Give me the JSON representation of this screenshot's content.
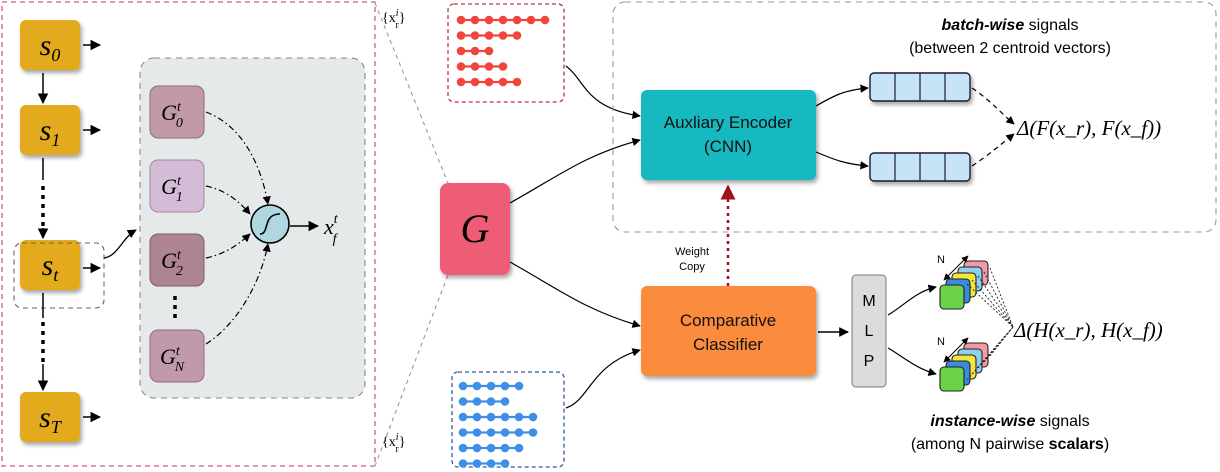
{
  "state_chain": {
    "states": [
      {
        "base": "s",
        "sub": "0"
      },
      {
        "base": "s",
        "sub": "1"
      },
      {
        "base": "s",
        "sub": "t"
      },
      {
        "base": "s",
        "sub": "T"
      }
    ],
    "state_color": "#e2aa1f"
  },
  "generator_panel": {
    "heads": [
      {
        "base": "G",
        "sup": "t",
        "sub": "0",
        "color": "#c19aa5"
      },
      {
        "base": "G",
        "sup": "t",
        "sub": "1",
        "color": "#d4bcd6"
      },
      {
        "base": "G",
        "sup": "t",
        "sub": "2",
        "color": "#ad8592"
      },
      {
        "base": "G",
        "sup": "t",
        "sub": "N",
        "color": "#c09aab"
      }
    ],
    "output": {
      "base": "x",
      "sup": "t",
      "sub": "f"
    }
  },
  "generator": {
    "label": "G",
    "color": "#ef5b76"
  },
  "real_set": {
    "label_open": "{x",
    "sup": "i",
    "sub": "r",
    "label_close": "}",
    "dot_color": "#f0443c"
  },
  "fake_set": {
    "label_open": "{x",
    "sup": "i",
    "sub": "r",
    "label_close": "}",
    "dot_color": "#3f8fe6"
  },
  "encoder": {
    "line1": "Auxliary Encoder",
    "line2": "(CNN)",
    "color": "#13b9bf"
  },
  "classifier": {
    "line1": "Comparative",
    "line2": "Classifier",
    "color": "#fb8c3c"
  },
  "weight_copy": {
    "line1": "Weight",
    "line2": "Copy"
  },
  "mlp": {
    "letters": [
      "M",
      "L",
      "P"
    ]
  },
  "batch_signal": {
    "title_bold": "batch-wise",
    "title_rest": " signals",
    "subtitle": "(between 2 centroid vectors)",
    "formula": "Δ(F(x_r), F(x_f))"
  },
  "instance_signal": {
    "title_bold": "instance-wise",
    "title_rest": " signals",
    "subtitle_start": "(among N pairwise ",
    "subtitle_bold": "scalars",
    "subtitle_end": ")",
    "formula": "Δ(H(x_r), H(x_f))",
    "n_label": "N"
  },
  "colors": {
    "vector_fill": "#c7e3f7",
    "stack_colors": [
      "#f19aa6",
      "#8fd0f0",
      "#f5e63c",
      "#3a8be0",
      "#6cd24a"
    ]
  }
}
